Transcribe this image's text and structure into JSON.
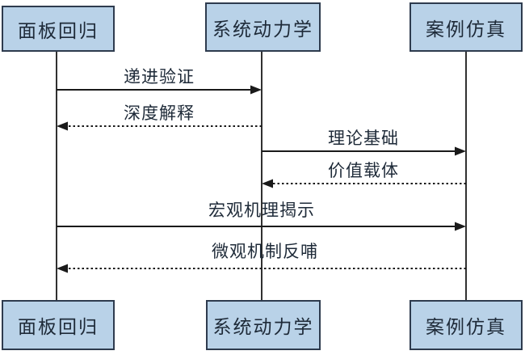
{
  "diagram": {
    "type": "sequence-diagram",
    "colors": {
      "background": "#ffffff",
      "box_fill": "#b9d2e8",
      "box_border": "#2e3b4e",
      "line_color": "#1a1a1a",
      "text_color": "#1e2a38"
    },
    "actors": [
      {
        "id": "panel-regression",
        "label": "面板回归"
      },
      {
        "id": "system-dynamics",
        "label": "系统动力学"
      },
      {
        "id": "case-simulation",
        "label": "案例仿真"
      }
    ],
    "messages": [
      {
        "label": "递进验证",
        "from": "panel-regression",
        "to": "system-dynamics",
        "style": "solid"
      },
      {
        "label": "深度解释",
        "from": "system-dynamics",
        "to": "panel-regression",
        "style": "dashed"
      },
      {
        "label": "理论基础",
        "from": "system-dynamics",
        "to": "case-simulation",
        "style": "solid"
      },
      {
        "label": "价值载体",
        "from": "case-simulation",
        "to": "system-dynamics",
        "style": "dashed"
      },
      {
        "label": "宏观机理揭示",
        "from": "panel-regression",
        "to": "case-simulation",
        "style": "solid"
      },
      {
        "label": "微观机制反哺",
        "from": "case-simulation",
        "to": "panel-regression",
        "style": "dashed"
      }
    ]
  }
}
